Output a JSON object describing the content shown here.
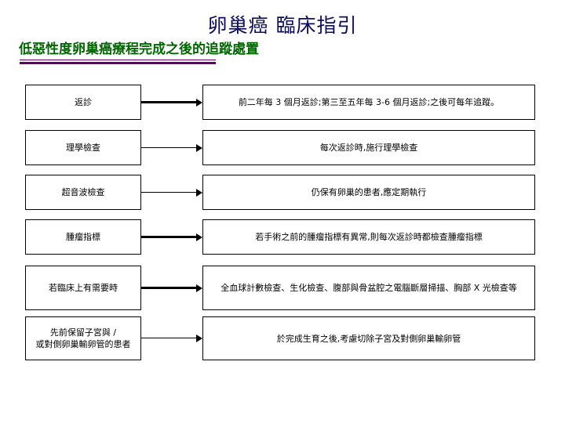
{
  "slide": {
    "title": "卵巢癌 臨床指引",
    "subtitle": "低惡性度卵巢癌療程完成之後的追蹤處置",
    "colors": {
      "title": "#0d0d5c",
      "subtitle": "#006600",
      "rule": "#660066",
      "box_border": "#000000",
      "background": "#ffffff"
    },
    "rows": [
      {
        "item": "返診",
        "detail": "前二年每 3 個月返診;第三至五年每 3-6 個月返診;之後可每年追蹤。",
        "arrow": "arrow-right-thick"
      },
      {
        "item": "理學檢查",
        "detail": "每次返診時,施行理學檢查",
        "arrow": "arrow-right-thin"
      },
      {
        "item": "超音波檢查",
        "detail": "仍保有卵巢的患者,應定期執行",
        "arrow": "arrow-right-thin"
      },
      {
        "item": "腫瘤指標",
        "detail": "若手術之前的腫瘤指標有異常,則每次返診時都檢查腫瘤指標",
        "arrow": "arrow-right-thick"
      },
      {
        "item": "若臨床上有需要時",
        "detail": "全血球計數檢查、生化檢查、腹部與骨盆腔之電腦斷層掃描、胸部 X 光檢查等",
        "arrow": "arrow-right-thick"
      },
      {
        "item_line1": "先前保留子宮與 /",
        "item_line2": "或對側卵巢輸卵管的患者",
        "detail": "於完成生育之後,考慮切除子宮及對側卵巢輸卵管",
        "arrow": "arrow-right-thin"
      }
    ]
  }
}
